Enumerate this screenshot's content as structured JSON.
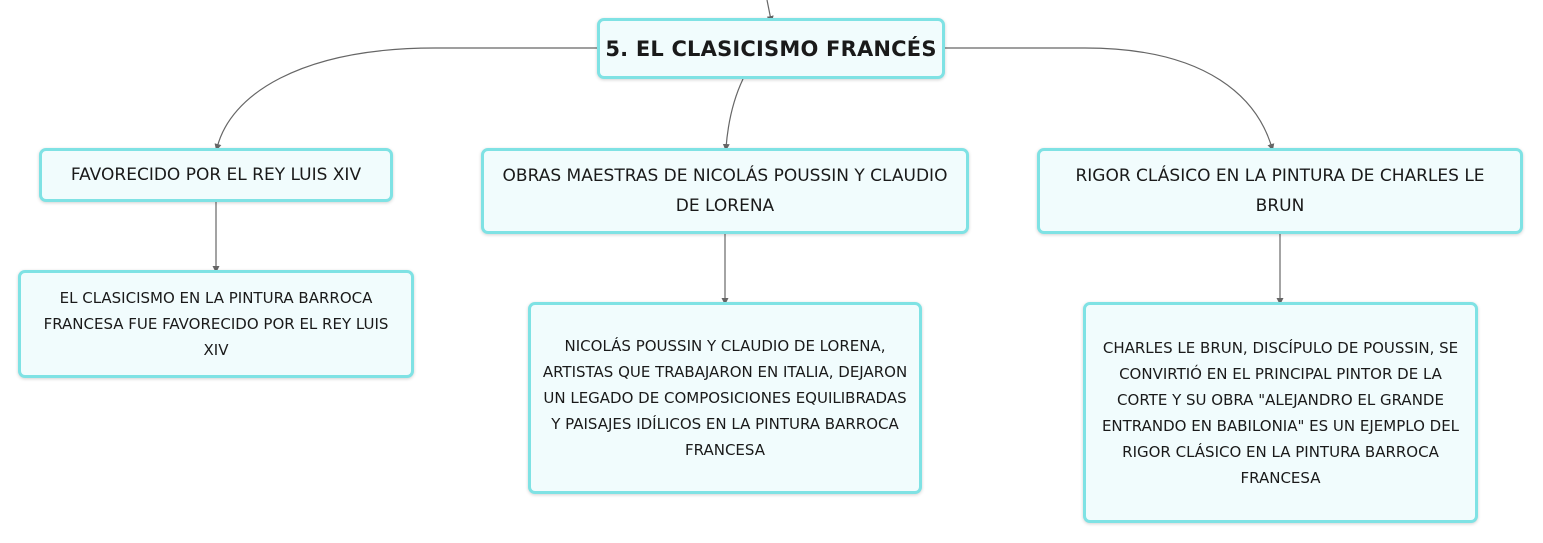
{
  "map": {
    "root": {
      "label": "5. EL CLASICISMO FRANCÉS"
    },
    "branches": [
      {
        "label": "FAVORECIDO POR EL REY LUIS XIV",
        "detail": "EL CLASICISMO EN LA PINTURA BARROCA FRANCESA FUE FAVORECIDO POR EL REY LUIS XIV"
      },
      {
        "label": "OBRAS MAESTRAS DE NICOLÁS POUSSIN Y CLAUDIO DE LORENA",
        "detail": "NICOLÁS POUSSIN Y CLAUDIO DE LORENA, ARTISTAS QUE TRABAJARON EN ITALIA, DEJARON UN LEGADO DE COMPOSICIONES EQUILIBRADAS Y PAISAJES IDÍLICOS EN LA PINTURA BARROCA FRANCESA"
      },
      {
        "label": "RIGOR CLÁSICO EN LA PINTURA DE CHARLES LE BRUN",
        "detail": "CHARLES LE BRUN, DISCÍPULO DE POUSSIN, SE CONVIRTIÓ EN EL PRINCIPAL PINTOR DE LA CORTE Y SU OBRA \"ALEJANDRO EL GRANDE ENTRANDO EN BABILONIA\" ES UN EJEMPLO DEL RIGOR CLÁSICO EN LA PINTURA BARROCA FRANCESA"
      }
    ]
  },
  "colors": {
    "node_border": "#7fe2e4",
    "node_fill": "#f1fcfd",
    "connector": "#666666"
  }
}
